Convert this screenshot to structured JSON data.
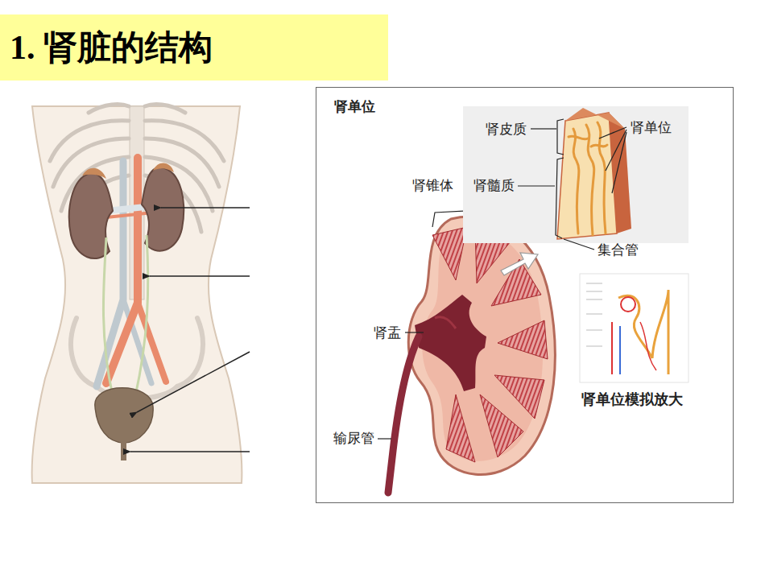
{
  "diagram": {
    "title": "1. 肾脏的结构",
    "nodes": [
      {
        "text": [
          "肾单位"
        ]
      }
    ],
    "labels": [
      "肾皮质",
      "肾单位",
      "肾锥体",
      "肾髓质",
      "集合管",
      "肾盂",
      "输尿管",
      "肾单位模拟放大"
    ]
  }
}
